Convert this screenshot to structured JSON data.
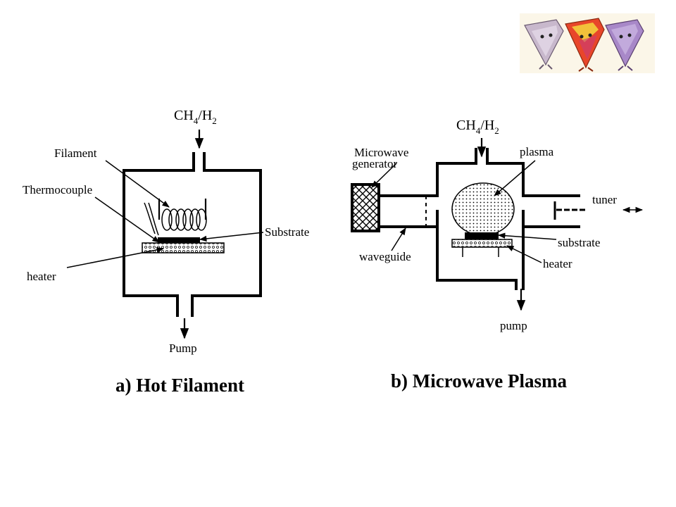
{
  "logo": {
    "icon": "three-cartoon-diamond-characters-logo",
    "colors": [
      "#b8a8c0",
      "#e8462a",
      "#a888c8"
    ]
  },
  "hot_filament": {
    "gas_label": "CH",
    "gas_sub1": "4",
    "gas_mid": "/H",
    "gas_sub2": "2",
    "filament_label": "Filament",
    "thermocouple_label": "Thermocouple",
    "substrate_label": "Substrate",
    "heater_label": "heater",
    "pump_label": "Pump",
    "caption": "a) Hot Filament"
  },
  "microwave_plasma": {
    "gas_label": "CH",
    "gas_sub1": "4",
    "gas_mid": "/H",
    "gas_sub2": "2",
    "generator_label_line1": "Microwave",
    "generator_label_line2": "generator",
    "plasma_label": "plasma",
    "tuner_label": "tuner",
    "waveguide_label": "waveguide",
    "substrate_label": "substrate",
    "heater_label": "heater",
    "pump_label": "pump",
    "caption": "b) Microwave Plasma"
  }
}
